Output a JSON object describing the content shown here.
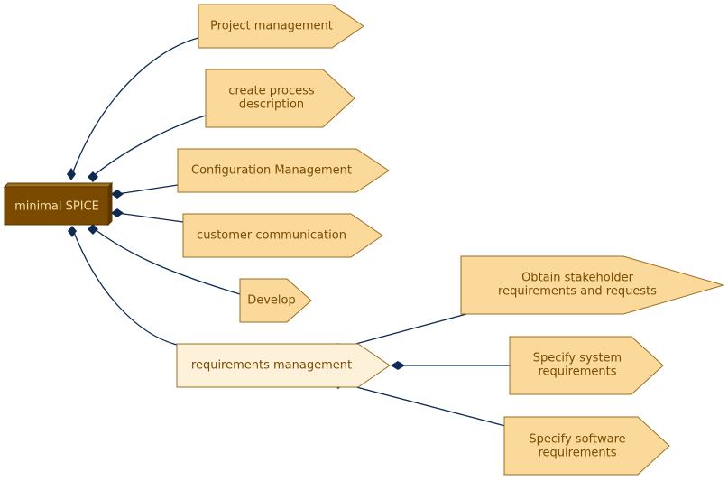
{
  "root": {
    "label": "minimal SPICE"
  },
  "nodes": {
    "project_management": {
      "lines": [
        "Project management"
      ]
    },
    "create_process_description": {
      "lines": [
        "create process",
        "description"
      ]
    },
    "configuration_management": {
      "lines": [
        "Configuration Management"
      ]
    },
    "customer_communication": {
      "lines": [
        "customer communication"
      ]
    },
    "develop": {
      "lines": [
        "Develop"
      ]
    },
    "requirements_management": {
      "lines": [
        "requirements management"
      ]
    },
    "obtain_stakeholder": {
      "lines": [
        "Obtain stakeholder",
        "requirements and requests"
      ]
    },
    "specify_system": {
      "lines": [
        "Specify system",
        "requirements"
      ]
    },
    "specify_software": {
      "lines": [
        "Specify software",
        "requirements"
      ]
    }
  },
  "colors": {
    "node_fill": "#fad99b",
    "node_fill_selected": "#fef1da",
    "node_stroke": "#9b6f20",
    "node_text": "#7a4c00",
    "root_fill": "#7a4a00",
    "root_text": "#f6dca8",
    "edge": "#0d2a52"
  }
}
